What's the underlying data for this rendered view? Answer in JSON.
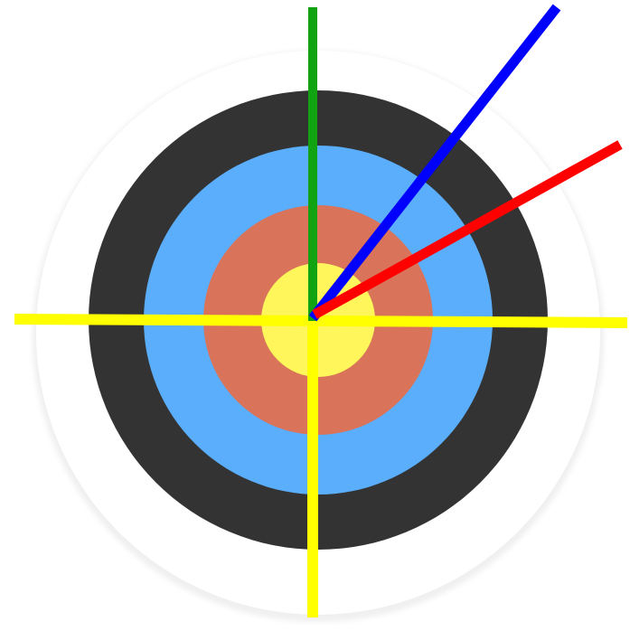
{
  "icon": {
    "name": "archery-target-icon",
    "rings": [
      {
        "name": "outer-white-ring",
        "color": "#ffffff",
        "edge_color": "#e6e6e6"
      },
      {
        "name": "black-ring",
        "color": "#333333"
      },
      {
        "name": "blue-ring",
        "color": "#5aaefc"
      },
      {
        "name": "red-ring",
        "color": "#d9735a"
      },
      {
        "name": "gold-ring",
        "color": "#fef65a"
      }
    ],
    "lines": [
      {
        "name": "horizontal-yellow-line",
        "color": "#ffff00"
      },
      {
        "name": "vertical-yellow-line",
        "color": "#ffff00"
      },
      {
        "name": "green-line",
        "color": "#11a312"
      },
      {
        "name": "blue-line",
        "color": "#0000ff"
      },
      {
        "name": "red-line",
        "color": "#ff0000"
      }
    ]
  }
}
